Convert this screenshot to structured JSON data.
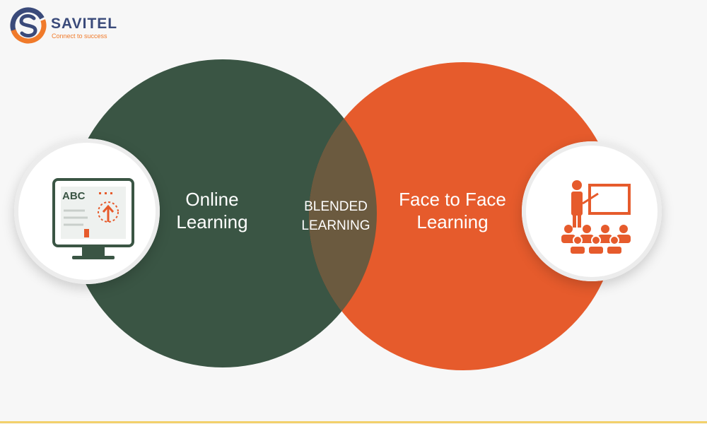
{
  "logo": {
    "name": "SAVITEL",
    "tagline": "Connect to success",
    "colors": {
      "primary": "#3a4a7a",
      "accent": "#f07a2a"
    }
  },
  "diagram": {
    "left_circle": {
      "label": "Online\nLearning",
      "color": "#3a5544"
    },
    "right_circle": {
      "label": "Face to Face\nLearning",
      "color": "#e65b2c"
    },
    "overlap": {
      "label": "BLENDED\nLEARNING",
      "color": "#6b5a3f"
    }
  },
  "icons": {
    "left": {
      "name": "online-course-monitor-icon",
      "screen_text": "ABC"
    },
    "right": {
      "name": "classroom-teacher-icon"
    }
  }
}
